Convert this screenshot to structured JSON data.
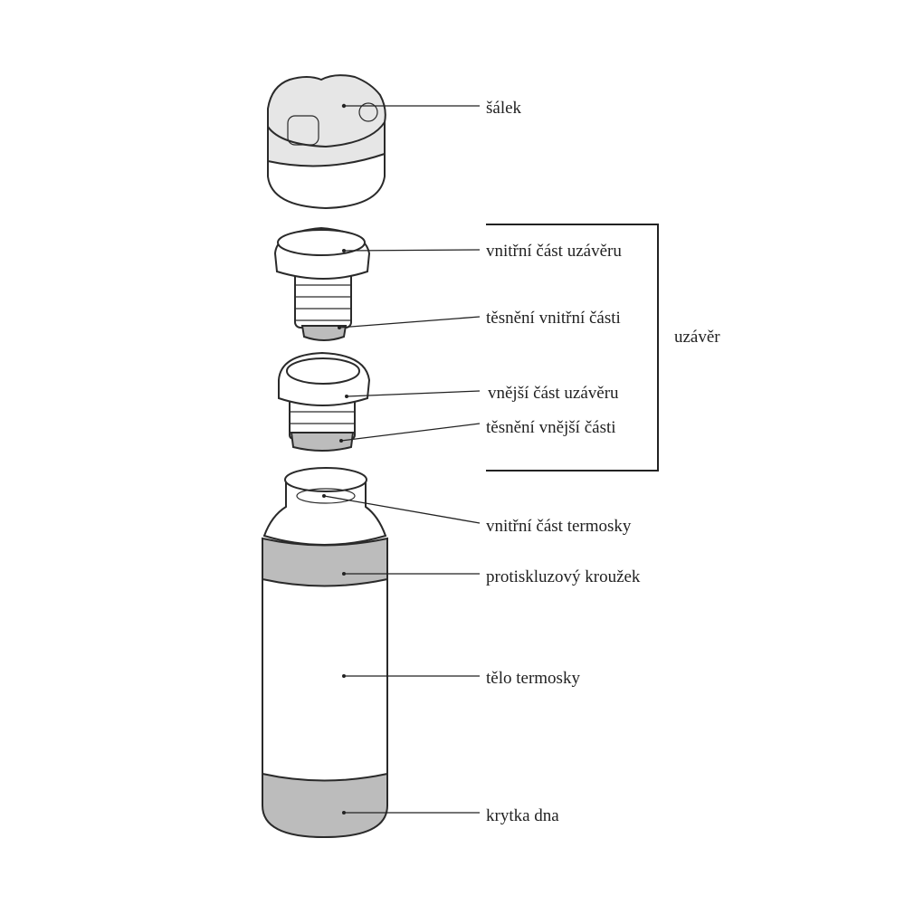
{
  "diagram": {
    "labels": {
      "cup": "šálek",
      "inner_cap": "vnitřní část uzávěru",
      "inner_gasket": "těsnění vnitřní části",
      "outer_cap": "vnější část uzávěru",
      "outer_gasket": "těsnění vnější části",
      "closure_group": "uzávěr",
      "flask_inner": "vnitřní část termosky",
      "grip_ring": "protiskluzový kroužek",
      "flask_body": "tělo termosky",
      "bottom_cover": "krytka dna"
    }
  }
}
